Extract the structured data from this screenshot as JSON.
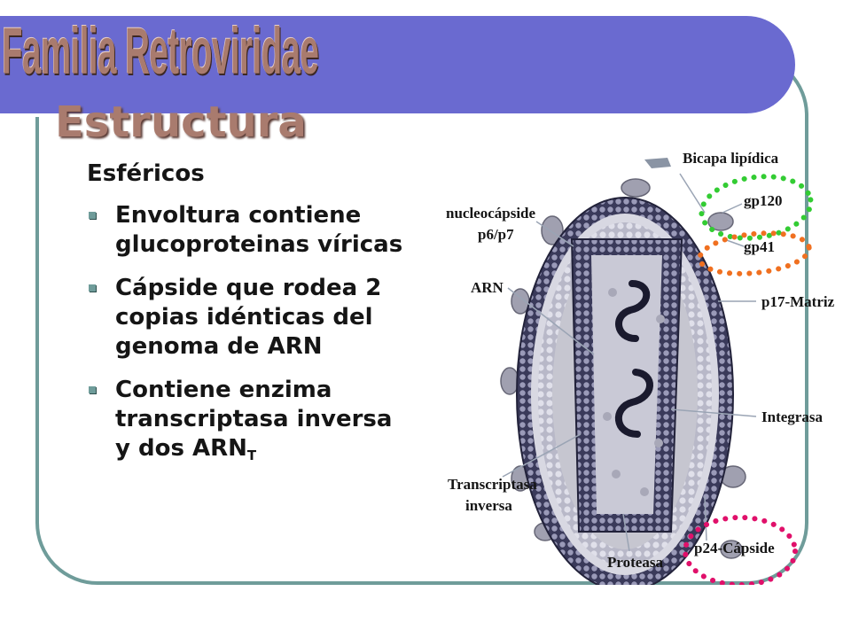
{
  "slide": {
    "title": "Familia Retroviridae",
    "subtitle": "Estructura"
  },
  "content": {
    "lead": "Esféricos",
    "bullets": [
      {
        "lines": [
          "Envoltura contiene",
          "glucoproteinas víricas"
        ]
      },
      {
        "lines": [
          "Cápside que rodea 2",
          "copias idénticas del",
          "genoma de ARN"
        ]
      },
      {
        "lines": [
          "Contiene enzima",
          "transcriptasa inversa"
        ],
        "last_text": "y dos ARN",
        "last_sub": "T"
      }
    ]
  },
  "diagram": {
    "labels": {
      "bicapa": "Bicapa lipídica",
      "gp120": "gp120",
      "gp41": "gp41",
      "nucleo1": "nucleocápside",
      "nucleo2": "p6/p7",
      "arn": "ARN",
      "p17": "p17-Matriz",
      "integrasa": "Integrasa",
      "transcriptasa1": "Transcriptasa",
      "transcriptasa2": "inversa",
      "proteasa": "Proteasa",
      "p24": "p24-Cápside"
    },
    "highlight_colors": {
      "gp120": "#33cc33",
      "gp41": "#f07020",
      "p24": "#e0106a"
    }
  },
  "colors": {
    "band": "#6a6ad0",
    "frame": "#6f9c9a",
    "title": "#a97b6e"
  }
}
